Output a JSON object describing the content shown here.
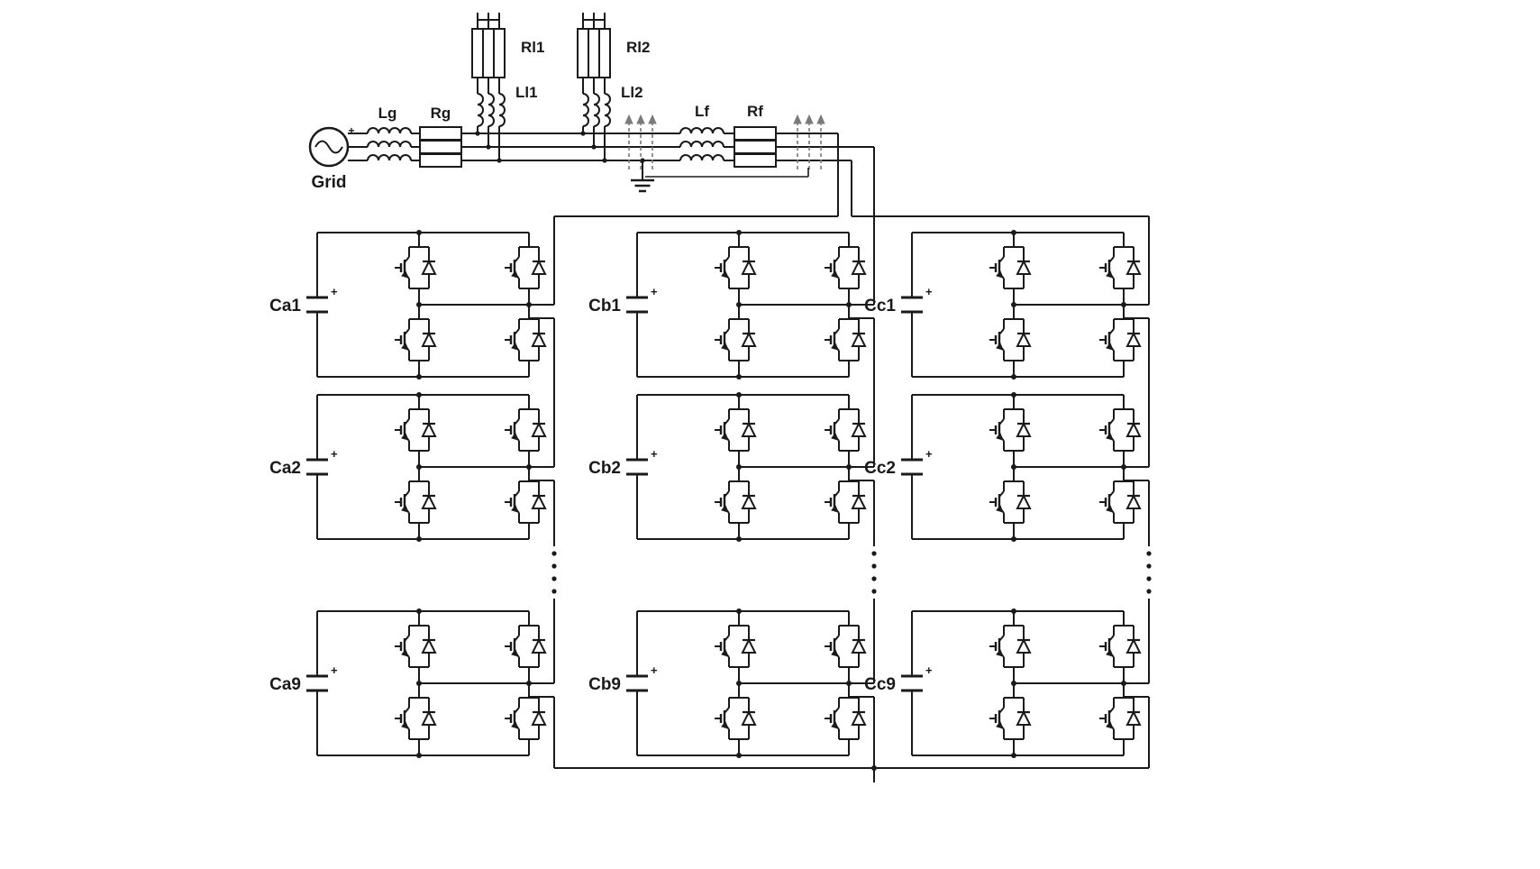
{
  "colors": {
    "ink": "#1a1a1a",
    "faint": "#7a7a7a",
    "background": "#ffffff"
  },
  "grid": {
    "label": "Grid"
  },
  "plus": "+",
  "components": {
    "lg": "Lg",
    "rg": "Rg",
    "rl1": "Rl1",
    "ll1": "Ll1",
    "rl2": "Rl2",
    "ll2": "Ll2",
    "lf": "Lf",
    "rf": "Rf"
  },
  "phases": [
    {
      "id": "a",
      "cells": [
        "Ca1",
        "Ca2",
        "Ca9"
      ]
    },
    {
      "id": "b",
      "cells": [
        "Cb1",
        "Cb2",
        "Cb9"
      ]
    },
    {
      "id": "c",
      "cells": [
        "Cc1",
        "Cc2",
        "Cc9"
      ]
    }
  ]
}
